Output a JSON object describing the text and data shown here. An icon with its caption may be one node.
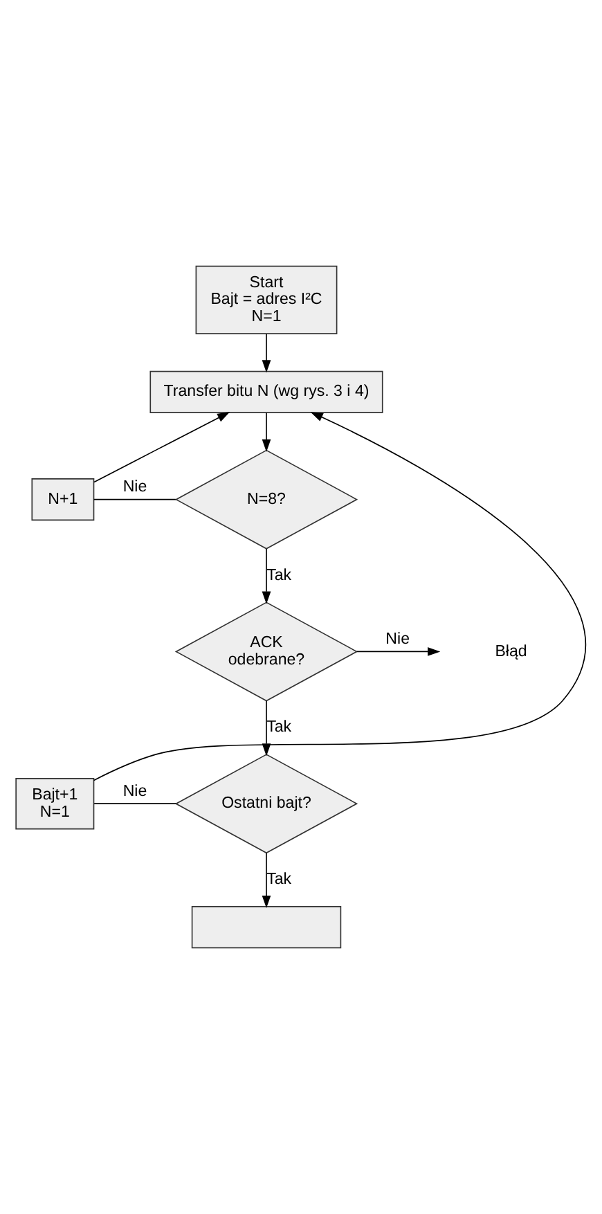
{
  "diagram": {
    "nodes": [
      {
        "text": [
          "Start",
          "Bajt = adres I²C",
          "N=1"
        ]
      },
      {
        "text": [
          "Transfer bitu N (wg rys. 3 i 4)"
        ]
      },
      {
        "text": [
          "N=8?"
        ]
      },
      {
        "text": [
          "N+1"
        ]
      },
      {
        "text": [
          "ACK",
          "odebrane?"
        ]
      },
      {
        "text": [
          "Ostatni bajt?"
        ]
      },
      {
        "text": [
          "Bajt+1",
          "N=1"
        ]
      },
      {
        "text": [],
        "shape": "box"
      }
    ],
    "edges": [
      {
        "from": 0,
        "to": 1,
        "arrow": "to"
      },
      {
        "from": 1,
        "to": 2,
        "arrow": "to"
      },
      {
        "from": 2,
        "to": 3,
        "arrow": "none",
        "label": "Nie"
      },
      {
        "from": 3,
        "to": 1,
        "arrow": "to"
      },
      {
        "from": 2,
        "to": 4,
        "arrow": "to",
        "label": "Tak"
      },
      {
        "from": 4,
        "to": null,
        "arrow": "to",
        "label": "Nie"
      },
      {
        "from": 4,
        "to": 5,
        "arrow": "to",
        "label": "Tak"
      },
      {
        "from": 5,
        "to": 6,
        "arrow": "none",
        "label": "Nie"
      },
      {
        "from": 6,
        "to": 1,
        "arrow": "to"
      },
      {
        "from": 5,
        "to": 7,
        "arrow": "to",
        "label": "Tak"
      }
    ],
    "labels": [
      "Błąd"
    ]
  }
}
